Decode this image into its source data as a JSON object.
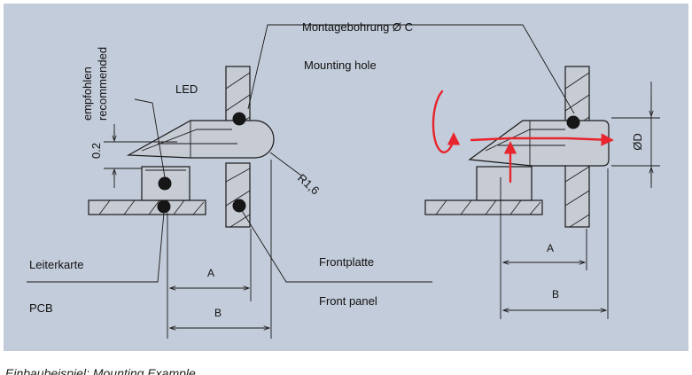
{
  "colors": {
    "background": "#c3ccda",
    "ink": "#1a1a1a",
    "annotation": "#e8242c"
  },
  "labels": {
    "empfohlen": "empfohlen",
    "recommended": "recommended",
    "led": "LED",
    "gap": "0.2",
    "montagebohrung": "Montagebohrung Ø C",
    "mounting_hole": "Mounting hole",
    "radius": "R1,6",
    "leiterkarte": "Leiterkarte",
    "pcb": "PCB",
    "frontplatte": "Frontplatte",
    "front_panel": "Front panel",
    "diameter_d": "ØD"
  },
  "dimensions": {
    "left_a": "A",
    "left_b": "B",
    "right_a": "A",
    "right_b": "B"
  },
  "caption": "Einbaubeispiel: Mounting Example"
}
